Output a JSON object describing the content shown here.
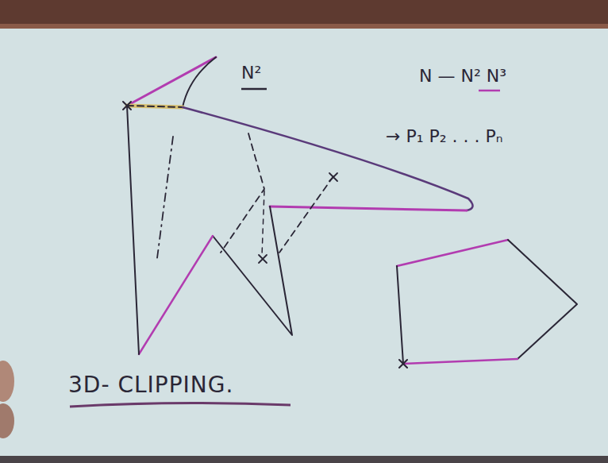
{
  "diagram": {
    "title": "3D- CLIPPING.",
    "labels": [
      "N²",
      "N — N² N³",
      "→ P₁ P₂ . . . Pₙ"
    ]
  }
}
